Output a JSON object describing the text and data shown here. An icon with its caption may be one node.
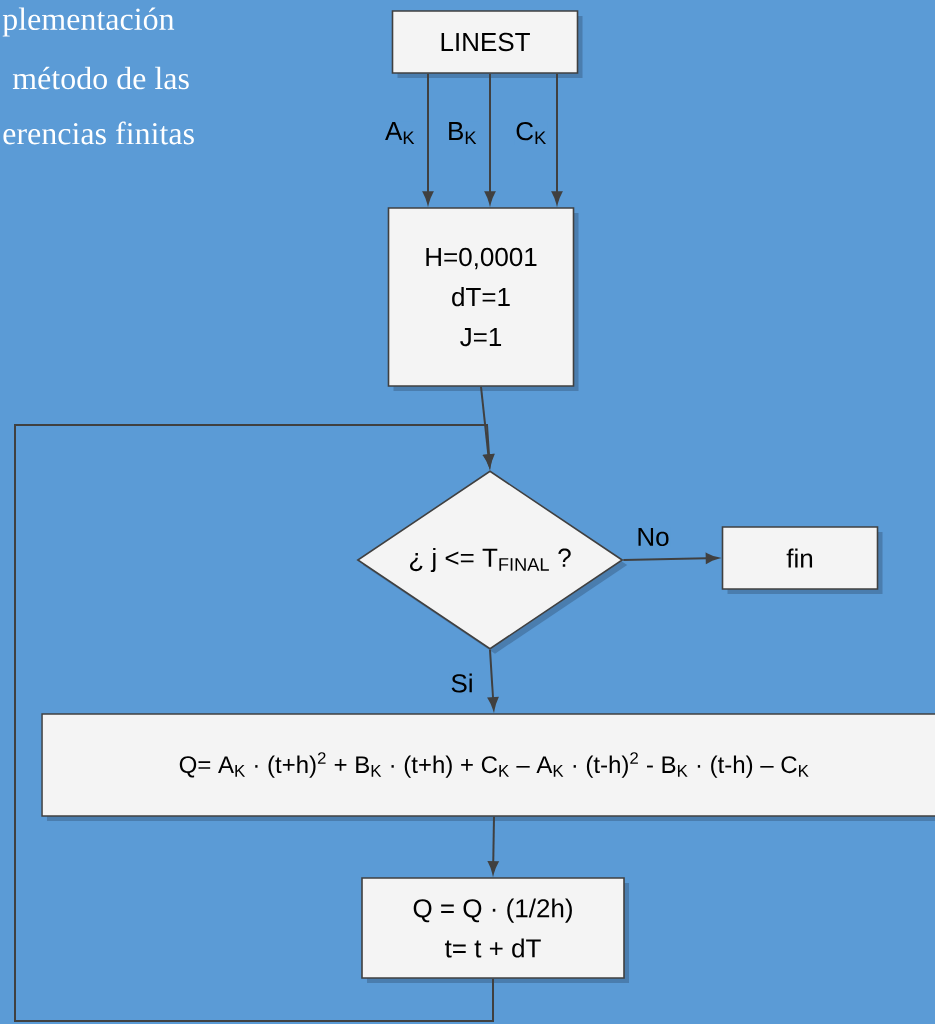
{
  "diagram": {
    "nodes": [
      {
        "text": [
          "LINEST"
        ]
      },
      {
        "text": [
          "H=0,0001",
          "dT=1",
          "J=1"
        ]
      },
      {
        "text": [
          "¿ j <= T$_{FINAL}$ ?"
        ]
      },
      {
        "text": [
          "fin"
        ]
      },
      {
        "text": [
          "Q= A$_{K}$ · (t+h)$^{2}$ + B$_{K}$ · (t+h) + C$_{K}$ –  A$_{K}$ · (t-h)$^{2}$ - B$_{K}$ · (t-h) – C$_{K}$"
        ]
      },
      {
        "text": [
          "Q = Q · (1/2h)",
          "t= t + dT"
        ]
      }
    ],
    "edges": [
      {
        "from": 0,
        "to": 1,
        "arrow": "to",
        "label": "A$_{K}$"
      },
      {
        "from": 0,
        "to": 1,
        "arrow": "to",
        "label": "B$_{K}$"
      },
      {
        "from": 0,
        "to": 1,
        "arrow": "to",
        "label": "C$_{K}$"
      },
      {
        "from": 1,
        "to": 2,
        "arrow": "to"
      },
      {
        "from": 2,
        "to": 3,
        "arrow": "to",
        "label": "No"
      },
      {
        "from": 2,
        "to": 4,
        "arrow": "to",
        "label": "Si"
      },
      {
        "from": 4,
        "to": 5,
        "arrow": "to"
      },
      {
        "from": 5,
        "to": 2,
        "arrow": "to"
      }
    ],
    "labels": [
      "plementación",
      "método de las",
      "erencias finitas"
    ]
  }
}
